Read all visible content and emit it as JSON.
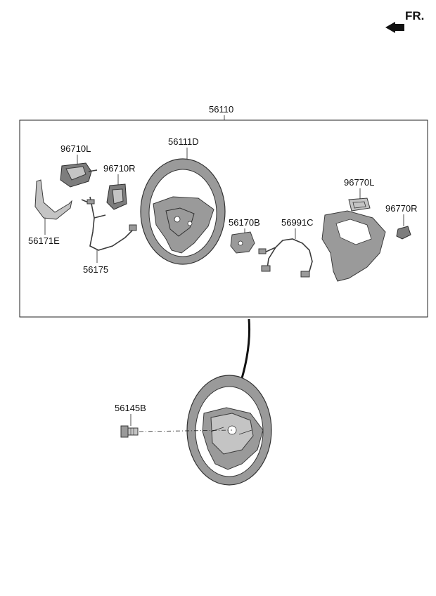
{
  "orientation": {
    "label": "FR.",
    "icon": "arrow-left-icon"
  },
  "assembly": {
    "label": "56110"
  },
  "parts": {
    "p96710L": "96710L",
    "p96710R": "96710R",
    "p56111D": "56111D",
    "p96770L": "96770L",
    "p96770R": "96770R",
    "p56171E": "56171E",
    "p56175": "56175",
    "p56170B": "56170B",
    "p56991C": "56991C",
    "p56145B": "56145B"
  }
}
